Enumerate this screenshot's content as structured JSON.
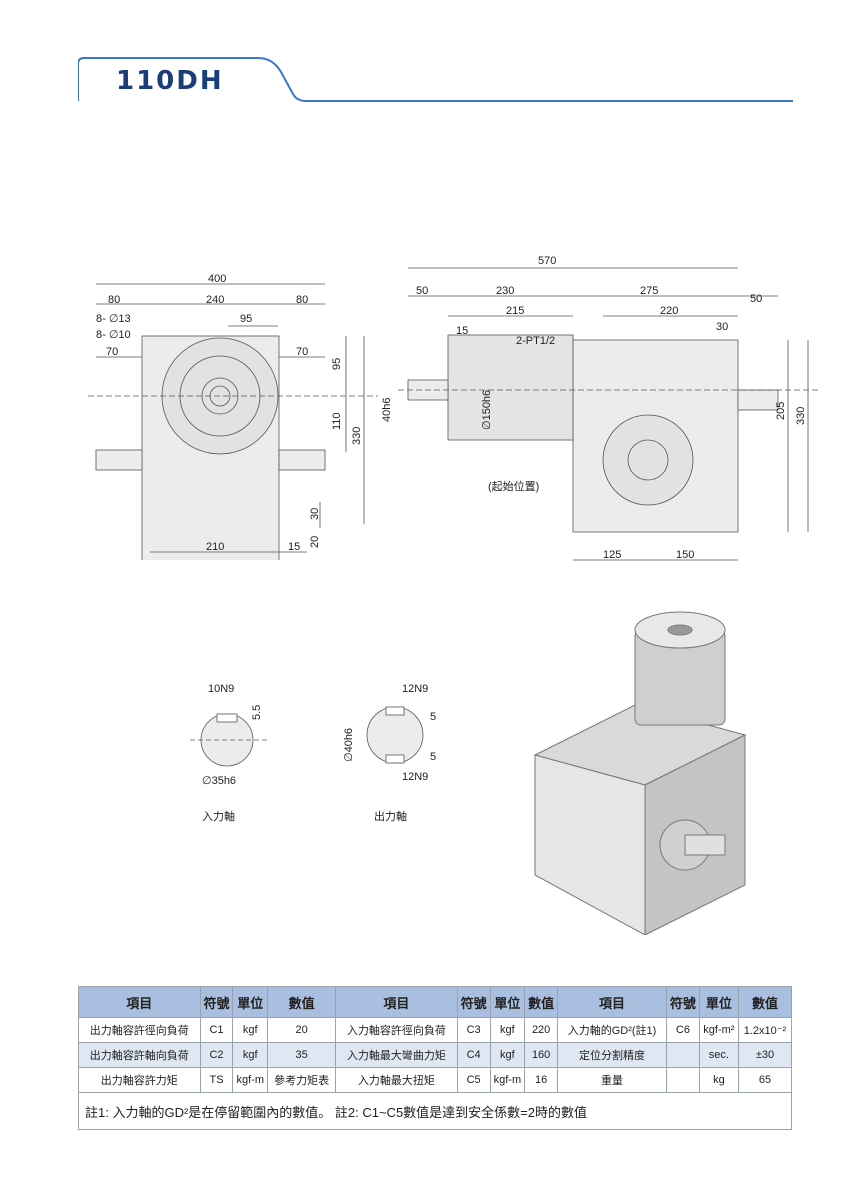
{
  "page": {
    "title": "110DH"
  },
  "front_view": {
    "dims": [
      "400",
      "80",
      "240",
      "80",
      "95",
      "70",
      "70",
      "95",
      "110",
      "330",
      "210",
      "15",
      "30",
      "20"
    ],
    "holes": [
      "8- ∅13",
      "8- ∅10"
    ]
  },
  "side_view": {
    "dims": [
      "570",
      "50",
      "230",
      "275",
      "50",
      "215",
      "220",
      "15",
      "30",
      "205",
      "330",
      "125",
      "150"
    ],
    "labels": [
      "2-PT1/2",
      "40h6",
      "∅150h6",
      "(起始位置)"
    ]
  },
  "input_shaft": {
    "key": "10N9",
    "depth": "5.5",
    "dia": "∅35h6",
    "caption": "入力軸"
  },
  "output_shaft": {
    "key_top": "12N9",
    "key_bottom": "12N9",
    "depth_top": "5",
    "depth_bottom": "5",
    "dia": "∅40h6",
    "caption": "出力軸"
  },
  "specs": {
    "headers": [
      "項目",
      "符號",
      "單位",
      "數值",
      "項目",
      "符號",
      "單位",
      "數值",
      "項目",
      "符號",
      "單位",
      "數值"
    ],
    "rows": [
      [
        "出力軸容許徑向負荷",
        "C1",
        "kgf",
        "20",
        "入力軸容許徑向負荷",
        "C3",
        "kgf",
        "220",
        "入力軸的GD²(註1)",
        "C6",
        "kgf-m²",
        "1.2x10⁻²"
      ],
      [
        "出力軸容許軸向負荷",
        "C2",
        "kgf",
        "35",
        "入力軸最大彎曲力矩",
        "C4",
        "kgf",
        "160",
        "定位分割精度",
        "",
        "sec.",
        "±30"
      ],
      [
        "出力軸容許力矩",
        "TS",
        "kgf-m",
        "參考力矩表",
        "入力軸最大扭矩",
        "C5",
        "kgf-m",
        "16",
        "重量",
        "",
        "kg",
        "65"
      ]
    ],
    "note": "註1: 入力軸的GD²是在停留範圍內的數值。 註2: C1~C5數值是達到安全係數=2時的數值"
  }
}
